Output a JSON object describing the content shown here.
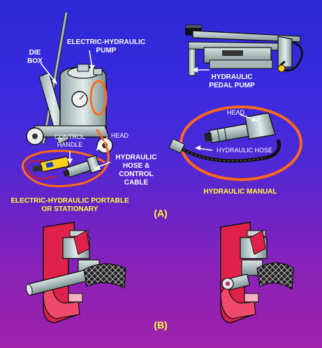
{
  "labels": {
    "die_box": [
      "DIE",
      "BOX"
    ],
    "electric_pump": [
      "ELECTRIC-HYDRAULIC",
      "PUMP"
    ],
    "pedal_pump": [
      "HYDRAULIC",
      "PEDAL PUMP"
    ],
    "head_left": "HEAD",
    "control_handle": [
      "CONTROL",
      "HANDLE"
    ],
    "hose_control": [
      "HYDRAULIC",
      "HOSE &",
      "CONTROL",
      "CABLE"
    ],
    "head_right": "HEAD",
    "hydraulic_hose": "HYDRAULIC HOSE",
    "hydraulic_manual": "HYDRAULIC MANUAL",
    "electric_portable": [
      "ELECTRIC-HYDRAULIC PORTABLE",
      "OR STATIONARY"
    ],
    "panel_a": "(A)",
    "panel_b": "(B)"
  },
  "colors": {
    "label_white": "#ffffff",
    "label_yellow": "#ffff33",
    "hose_orange": "#ff6a1a",
    "die_red": "#e0224a",
    "equipment_gray": "#c8d4d4"
  }
}
